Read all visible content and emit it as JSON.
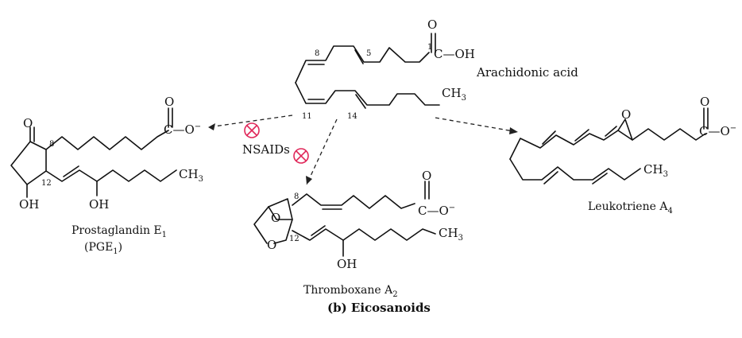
{
  "figure": {
    "title": "(b) Eicosanoids"
  },
  "arachidonic_acid": {
    "name": "Arachidonic acid",
    "carboxyl_label": "C—OH",
    "carbonyl_o": "O",
    "methyl": "CH",
    "methyl_sub": "3",
    "c1": "1",
    "c5": "5",
    "c8": "8",
    "c11": "11",
    "c14": "14"
  },
  "inhibitor": {
    "label": "NSAIDs"
  },
  "pge1": {
    "name_main": "Prostaglandin E",
    "name_sub": "1",
    "abbr_open": "(PGE",
    "abbr_sub": "1",
    "abbr_close": ")",
    "ketone_o": "O",
    "carboxylate": "C—O",
    "carboxylate_charge": "−",
    "carbonyl_o": "O",
    "oh_ring": "OH",
    "oh_chain": "OH",
    "methyl": "CH",
    "methyl_sub": "3",
    "c8": "8",
    "c12": "12"
  },
  "txa2": {
    "name_main": "Thromboxane A",
    "name_sub": "2",
    "ring_o1": "O",
    "ring_o2": "O",
    "carboxylate": "C—O",
    "carboxylate_charge": "−",
    "carbonyl_o": "O",
    "oh": "OH",
    "methyl": "CH",
    "methyl_sub": "3",
    "c8": "8",
    "c12": "12"
  },
  "lta4": {
    "name_main": "Leukotriene A",
    "name_sub": "4",
    "epoxide_o": "O",
    "carboxylate": "C—O",
    "carboxylate_charge": "−",
    "carbonyl_o": "O",
    "methyl": "CH",
    "methyl_sub": "3"
  }
}
